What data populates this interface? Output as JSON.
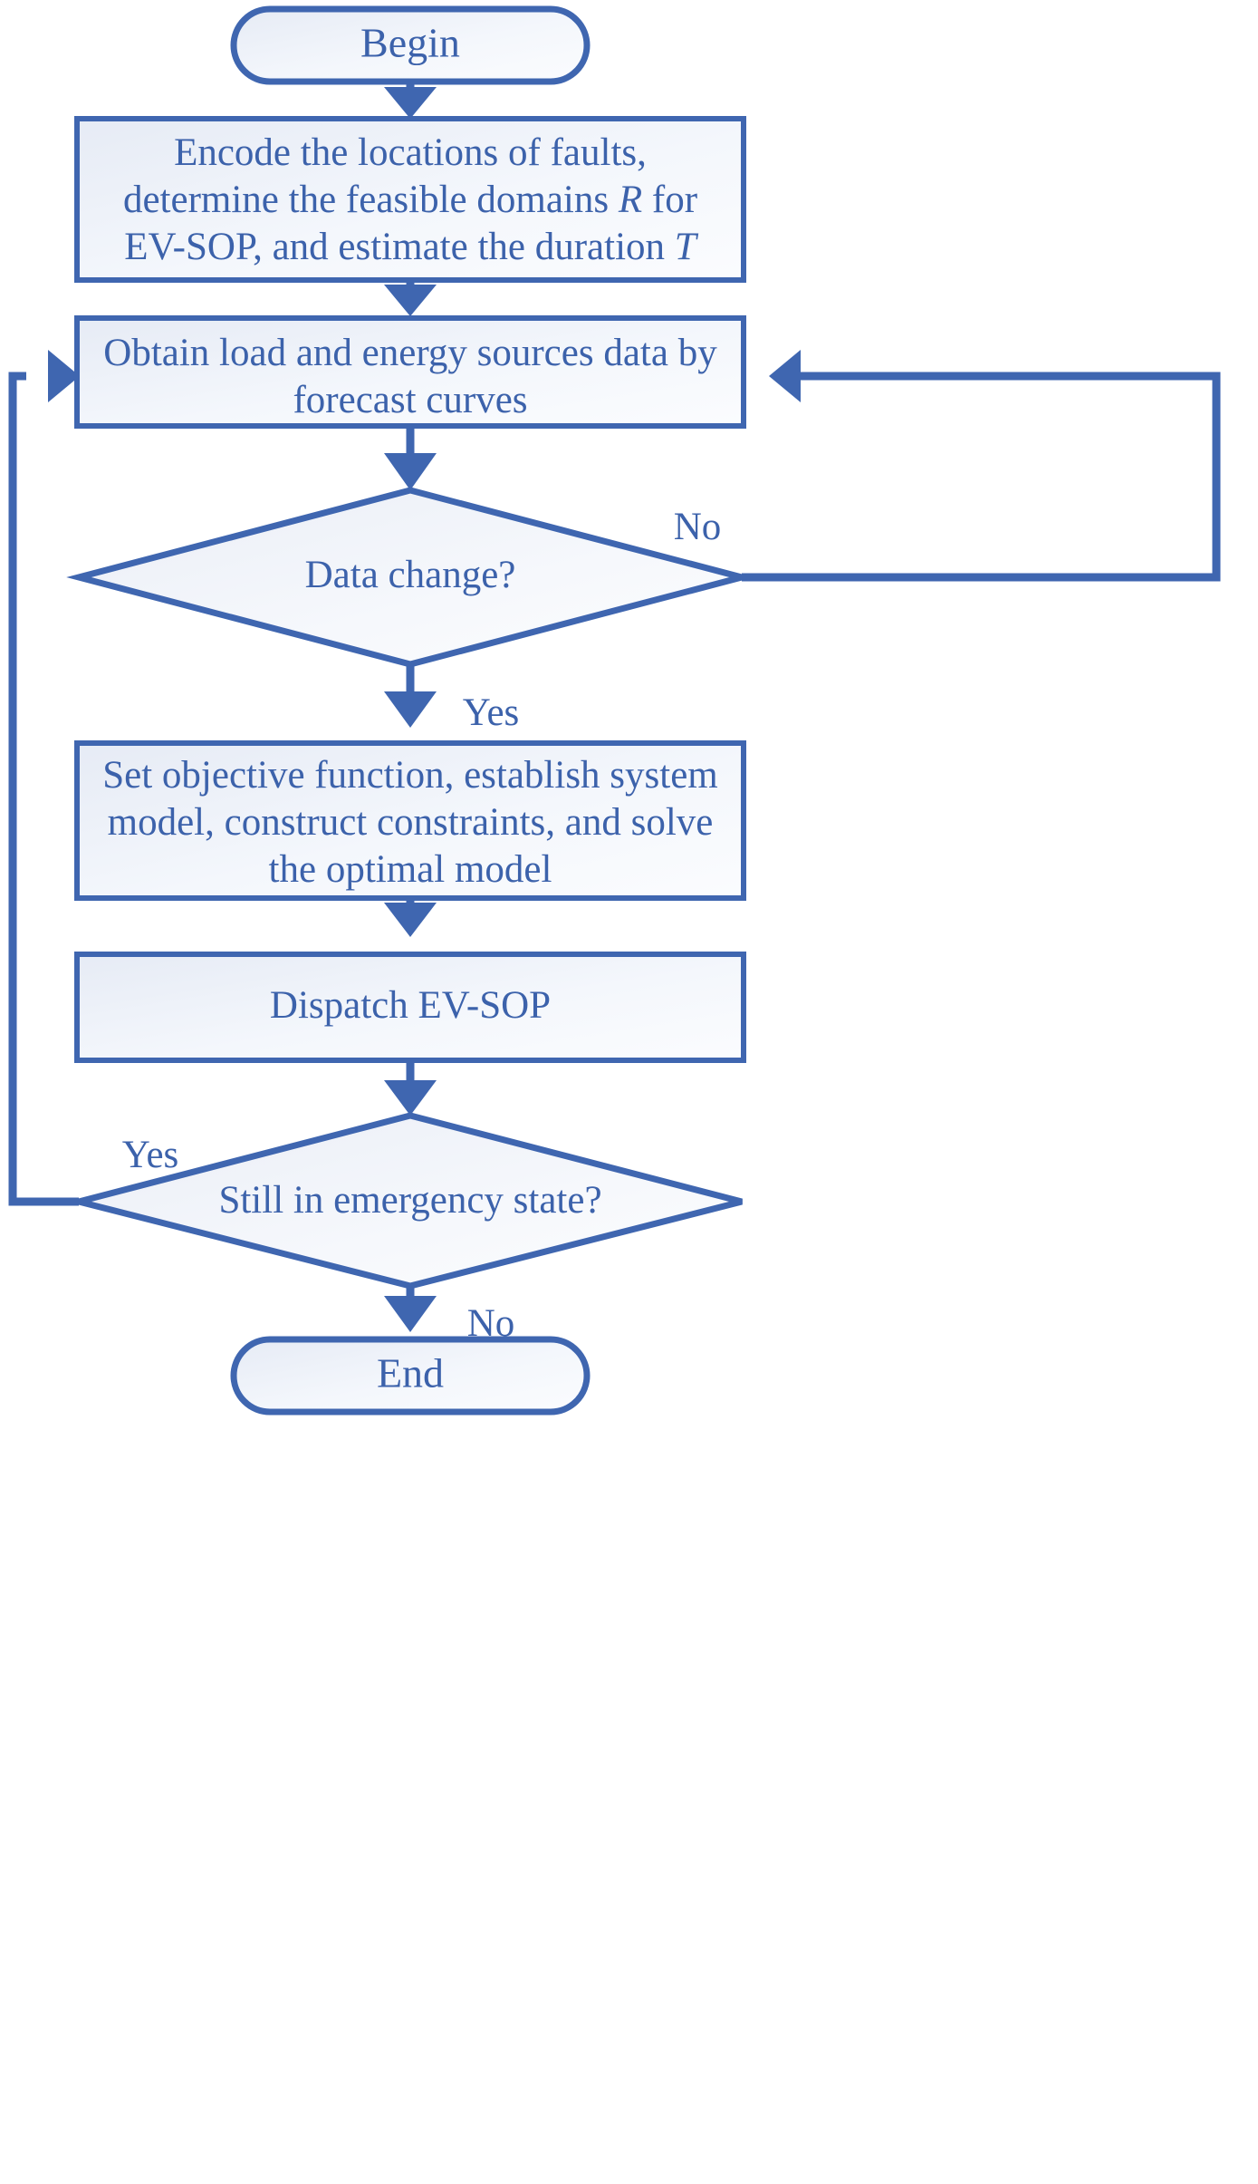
{
  "diagram": {
    "type": "flowchart",
    "title": "EV-SOP emergency dispatch flowchart",
    "colors": {
      "stroke": "#3F66B0",
      "text": "#3C62AB",
      "fill_light": "#f7f9fc",
      "fill_shade": "#e7ecf5",
      "background": "#ffffff"
    },
    "nodes": {
      "begin": {
        "shape": "stadium",
        "label": "Begin"
      },
      "encode": {
        "shape": "rectangle",
        "line1": "Encode the locations of faults,",
        "line2_a": "determine the feasible domains ",
        "line2_b": "R",
        "line2_c": " for",
        "line3_a": "EV-SOP, and estimate the duration ",
        "line3_b": "T"
      },
      "obtain": {
        "shape": "rectangle",
        "line1": "Obtain load and energy sources data by",
        "line2": "forecast curves"
      },
      "data_change": {
        "shape": "diamond",
        "label": "Data change?"
      },
      "set_objective": {
        "shape": "rectangle",
        "line1": "Set objective function, establish system",
        "line2": "model, construct constraints, and solve",
        "line3": "the optimal model"
      },
      "dispatch": {
        "shape": "rectangle",
        "label": "Dispatch EV-SOP"
      },
      "still_emergency": {
        "shape": "diamond",
        "label": "Still in emergency state?"
      },
      "end": {
        "shape": "stadium",
        "label": "End"
      }
    },
    "edge_labels": {
      "data_change_no": "No",
      "data_change_yes": "Yes",
      "still_emergency_yes": "Yes",
      "still_emergency_no": "No"
    }
  }
}
